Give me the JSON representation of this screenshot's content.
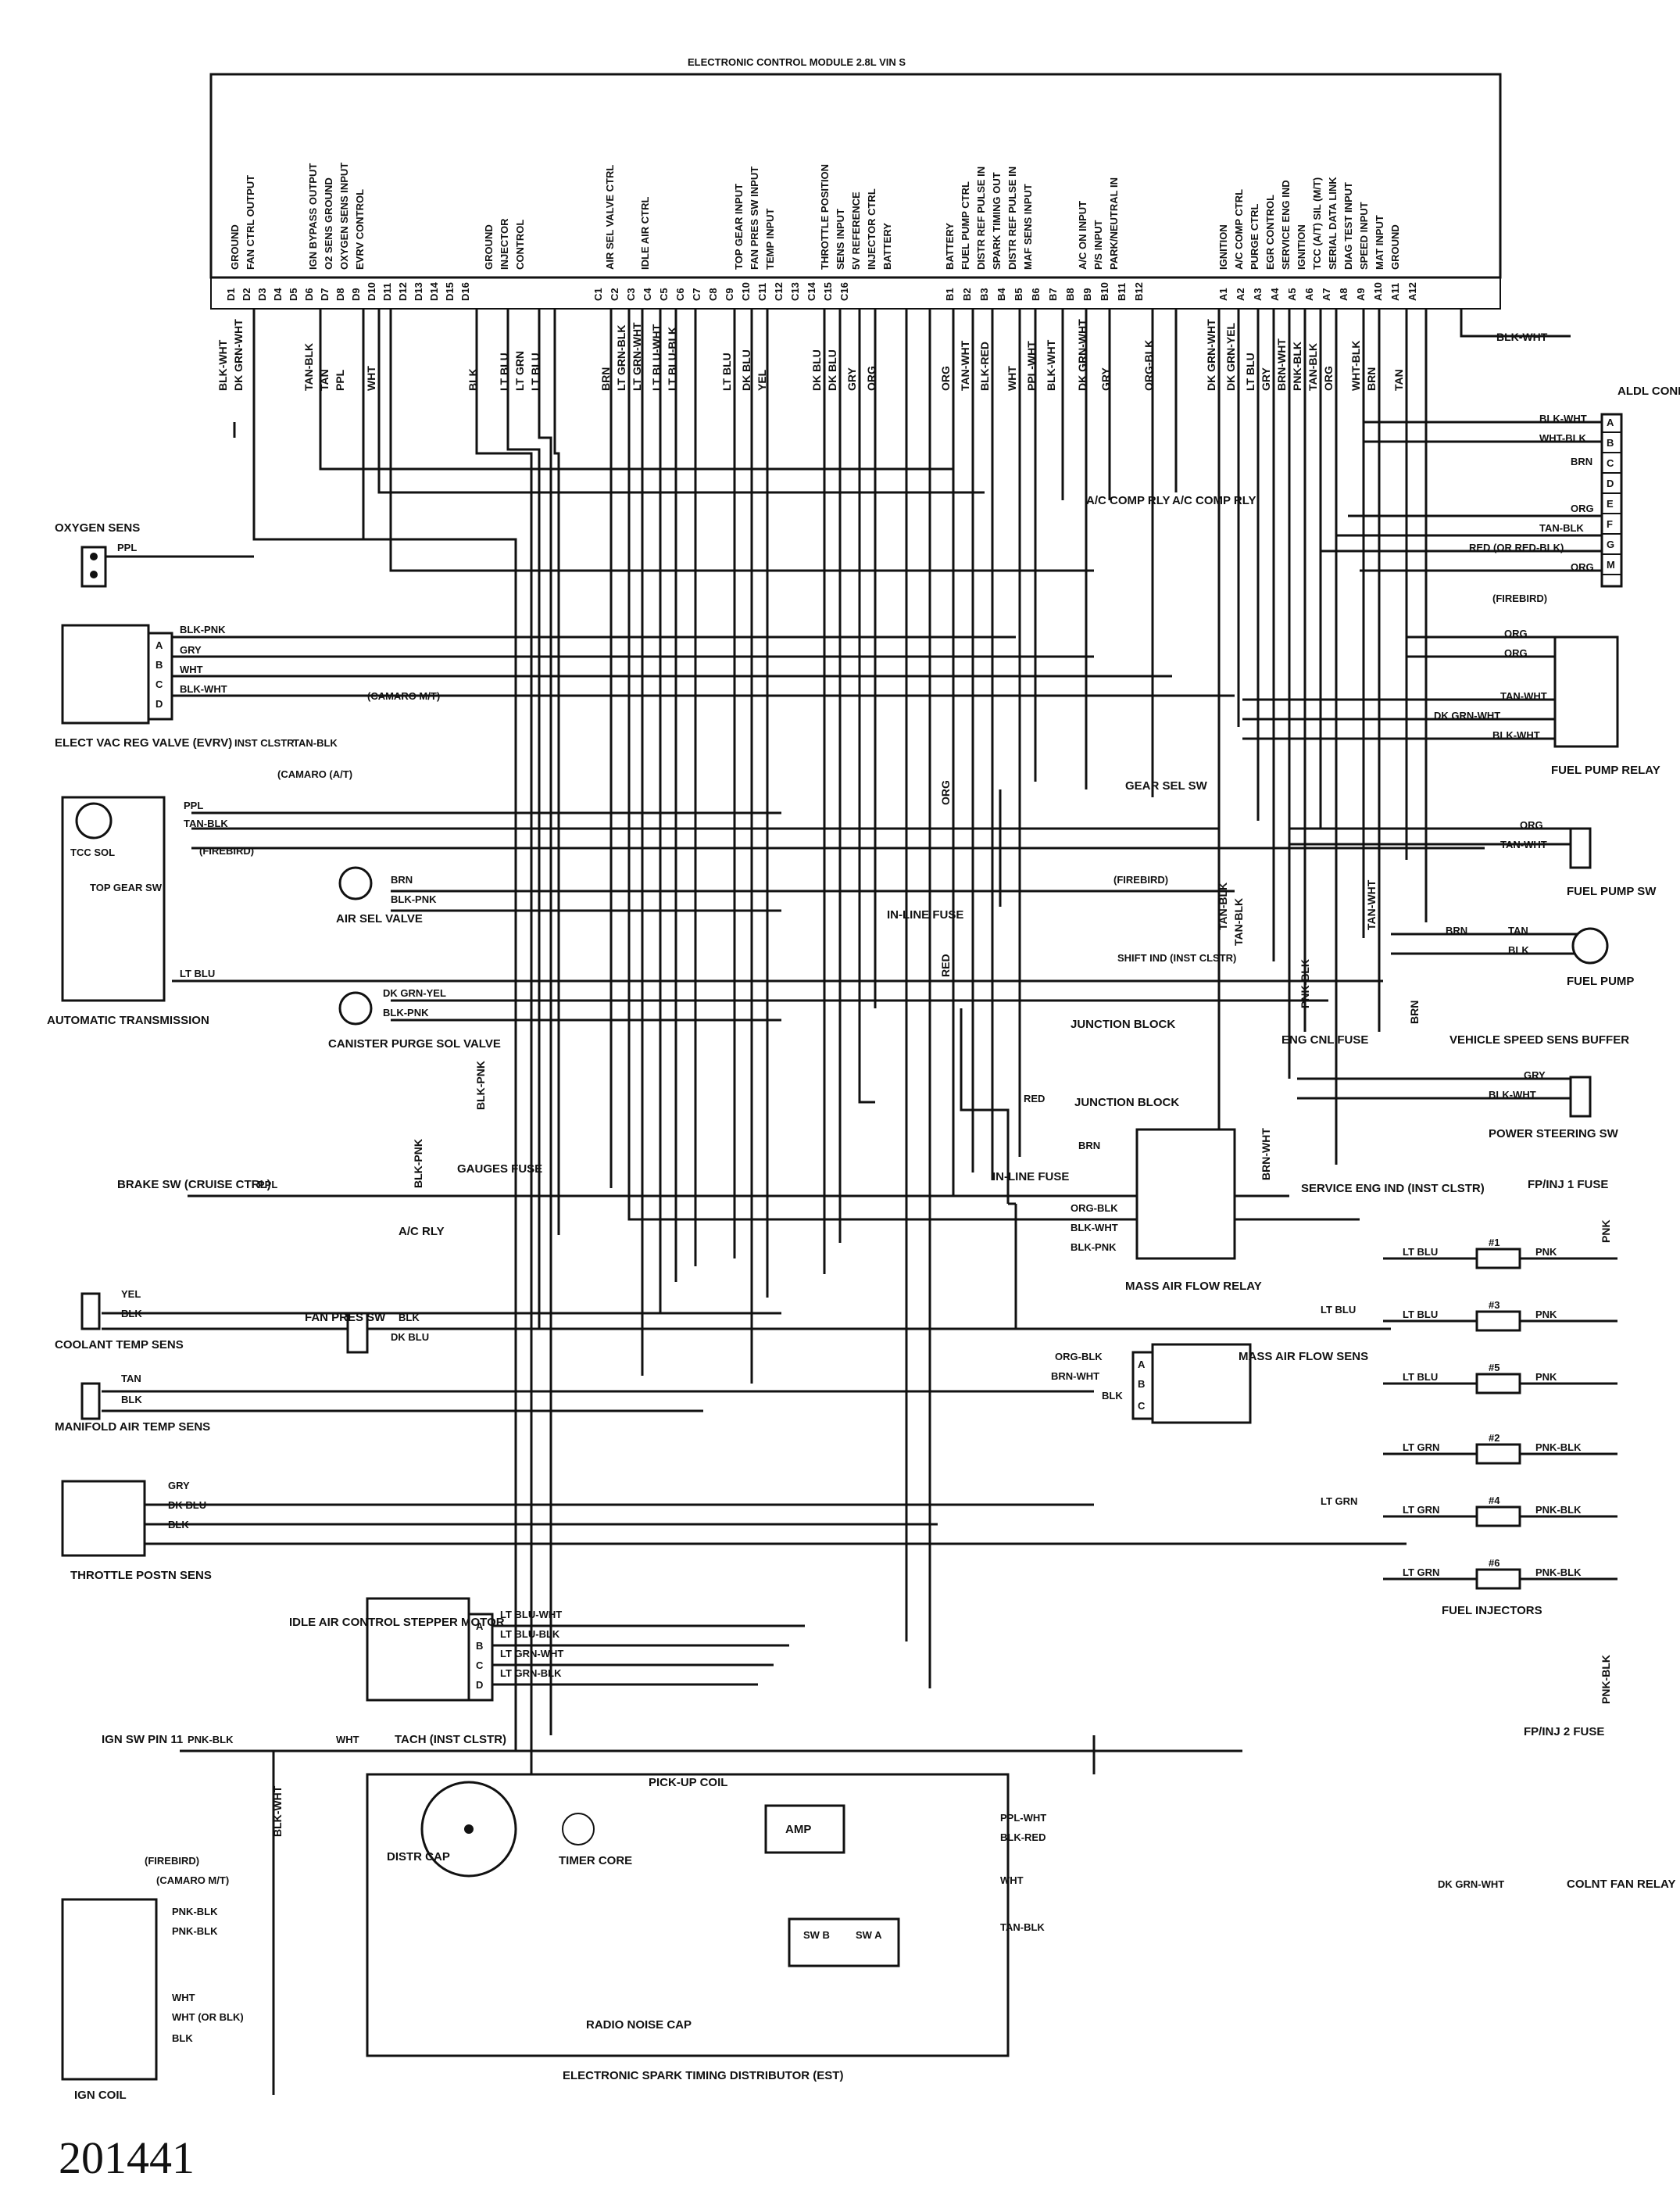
{
  "ecm": {
    "title": "ELECTRONIC CONTROL MODULE 2.8L VIN S",
    "pins_d": [
      "D1",
      "D2",
      "D3",
      "D4",
      "D5",
      "D6",
      "D7",
      "D8",
      "D9",
      "D10",
      "D11",
      "D12",
      "D13",
      "D14",
      "D15",
      "D16"
    ],
    "pins_c": [
      "C1",
      "C2",
      "C3",
      "C4",
      "C5",
      "C6",
      "C7",
      "C8",
      "C9",
      "C10",
      "C11",
      "C12",
      "C13",
      "C14",
      "C15",
      "C16"
    ],
    "pins_b": [
      "B1",
      "B2",
      "B3",
      "B4",
      "B5",
      "B6",
      "B7",
      "B8",
      "B9",
      "B10",
      "B11",
      "B12"
    ],
    "pins_a": [
      "A1",
      "A2",
      "A3",
      "A4",
      "A5",
      "A6",
      "A7",
      "A8",
      "A9",
      "A10",
      "A11",
      "A12"
    ],
    "functions": [
      "GROUND",
      "FAN CTRL OUTPUT",
      "IGN BYPASS OUTPUT",
      "O2 SENS GROUND",
      "OXYGEN SENS INPUT",
      "EVRV CONTROL",
      "GROUND",
      "INJECTOR",
      "CONTROL",
      "AIR SEL VALVE CTRL",
      "IDLE AIR CTRL",
      "TOP GEAR INPUT",
      "FAN PRES SW INPUT",
      "TEMP INPUT",
      "THROTTLE POSITION",
      "SENS INPUT",
      "5V REFERENCE",
      "INJECTOR CTRL",
      "BATTERY",
      "BATTERY",
      "FUEL PUMP CTRL",
      "DISTR REF PULSE IN",
      "SPARK TIMING OUT",
      "DISTR REF PULSE IN",
      "MAF SENS INPUT",
      "A/C ON INPUT",
      "P/S INPUT",
      "PARK/NEUTRAL IN",
      "IGNITION",
      "A/C COMP CTRL",
      "PURGE CTRL",
      "EGR CONTROL",
      "SERVICE ENG IND",
      "IGNITION",
      "TCC (A/T) SIL (M/T)",
      "SERIAL DATA LINK",
      "DIAG TEST INPUT",
      "SPEED INPUT",
      "MAT INPUT",
      "GROUND"
    ]
  },
  "ecm_wires": {
    "d": [
      "BLK-WHT",
      "DK GRN-WHT",
      "TAN-BLK",
      "TAN",
      "PPL",
      "WHT",
      "BLK",
      "LT BLU",
      "LT GRN",
      "LT BLU"
    ],
    "c": [
      "BRN",
      "LT GRN-BLK",
      "LT GRN-WHT",
      "LT BLU-WHT",
      "LT BLU-BLK",
      "LT BLU",
      "DK BLU",
      "YEL",
      "DK BLU",
      "DK BLU",
      "GRY",
      "ORG"
    ],
    "b": [
      "ORG",
      "TAN-WHT",
      "BLK-RED",
      "WHT",
      "PPL-WHT",
      "BLK-WHT",
      "DK GRN-WHT",
      "GRY",
      "ORG-BLK"
    ],
    "a": [
      "DK GRN-WHT",
      "DK GRN-YEL",
      "LT BLU",
      "GRY",
      "BRN-WHT",
      "PNK-BLK",
      "TAN-BLK",
      "ORG",
      "WHT-BLK",
      "BRN",
      "TAN",
      "BLK-WHT"
    ]
  },
  "components": {
    "oxygen_sens": "OXYGEN SENS",
    "evrv": "ELECT VAC REG VALVE (EVRV)",
    "inst_clstr": "INST CLSTR",
    "camaro_mt": "(CAMARO M/T)",
    "camaro_at": "(CAMARO (A/T)",
    "firebird": "(FIREBIRD)",
    "tcc_sol": "TCC SOL",
    "top_gear_sw": "TOP GEAR SW",
    "auto_trans": "AUTOMATIC TRANSMISSION",
    "air_sel_valve": "AIR SEL VALVE",
    "canister_purge": "CANISTER PURGE SOL VALVE",
    "gauges_fuse": "GAUGES FUSE",
    "ac_rly": "A/C RLY",
    "brake_sw": "BRAKE SW (CRUISE CTRL)",
    "coolant_temp": "COOLANT TEMP SENS",
    "fan_pres_sw": "FAN PRES SW",
    "manifold_air": "MANIFOLD AIR TEMP SENS",
    "throttle_posn": "THROTTLE POSTN SENS",
    "iac_motor": "IDLE AIR CONTROL STEPPER MOTOR",
    "ign_sw": "IGN SW PIN 11",
    "tach": "TACH (INST CLSTR)",
    "ign_coil": "IGN COIL",
    "distr_cap": "DISTR CAP",
    "timer_core": "TIMER CORE",
    "pickup_coil": "PICK-UP COIL",
    "amp": "AMP",
    "sw_b": "SW B",
    "sw_a": "SW A",
    "radio_noise_cap": "RADIO NOISE CAP",
    "est": "ELECTRONIC SPARK TIMING DISTRIBUTOR (EST)",
    "aldl": "ALDL CONN",
    "ac_comp_rly_1": "A/C COMP RLY",
    "ac_comp_rly_2": "A/C COMP RLY",
    "red_or_red_blk": "RED (OR RED-BLK)",
    "firebird_2": "(FIREBIRD)",
    "fuel_pump_relay": "FUEL PUMP RELAY",
    "gear_sel_sw": "GEAR SEL SW",
    "inline_fuse_1": "IN-LINE FUSE",
    "junction_block_1": "JUNCTION BLOCK",
    "junction_block_2": "JUNCTION BLOCK",
    "inline_fuse_2": "IN-LINE FUSE",
    "shift_ind": "SHIFT IND (INST CLSTR)",
    "firebird_3": "(FIREBIRD)",
    "fuel_pump_sw": "FUEL PUMP SW",
    "fuel_pump": "FUEL PUMP",
    "eng_cnl_fuse": "ENG CNL FUSE",
    "vss_buffer": "VEHICLE SPEED SENS BUFFER",
    "power_steering": "POWER STEERING SW",
    "service_eng_ind": "SERVICE ENG IND (INST CLSTR)",
    "maf_relay": "MASS AIR FLOW RELAY",
    "maf_sens": "MASS AIR FLOW SENS",
    "fp_inj_1": "FP/INJ 1 FUSE",
    "fp_inj_2": "FP/INJ 2 FUSE",
    "fuel_injectors": "FUEL INJECTORS",
    "colnt_fan_relay": "COLNT FAN RELAY"
  },
  "wire_labels": {
    "ppl": "PPL",
    "blk_pnk": "BLK-PNK",
    "gry": "GRY",
    "wht": "WHT",
    "blk_wht": "BLK-WHT",
    "tan_blk": "TAN-BLK",
    "brn": "BRN",
    "lt_blu": "LT BLU",
    "dk_grn_yel": "DK GRN-YEL",
    "yel": "YEL",
    "blk": "BLK",
    "dk_blu": "DK BLU",
    "tan": "TAN",
    "lt_blu_wht": "LT BLU-WHT",
    "lt_blu_blk": "LT BLU-BLK",
    "lt_grn_wht": "LT GRN-WHT",
    "lt_grn_blk": "LT GRN-BLK",
    "pnk_blk": "PNK-BLK",
    "wht_or_blk": "WHT (OR BLK)",
    "org": "ORG",
    "tan_wht": "TAN-WHT",
    "dk_grn_wht": "DK GRN-WHT",
    "red": "RED",
    "org_blk": "ORG-BLK",
    "brn_wht": "BRN-WHT",
    "pnk": "PNK",
    "lt_grn": "LT GRN",
    "ppl_wht": "PPL-WHT",
    "blk_red": "BLK-RED",
    "wht_blk": "WHT-BLK"
  },
  "injectors": [
    "#1",
    "#3",
    "#5",
    "#2",
    "#4",
    "#6"
  ],
  "aldl_pins": [
    "A",
    "B",
    "C",
    "D",
    "E",
    "F",
    "G",
    "M"
  ],
  "connector_pins": [
    "A",
    "B",
    "C",
    "D"
  ],
  "figure_number": "201441"
}
